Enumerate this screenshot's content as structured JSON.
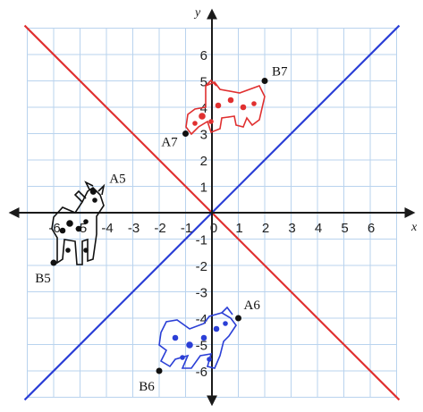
{
  "diagram": {
    "axes": {
      "x_label": "x",
      "y_label": "y",
      "range": [
        -7,
        7
      ]
    },
    "x_ticks": [
      "-6",
      "-5",
      "-4",
      "-3",
      "-2",
      "-1",
      "0",
      "1",
      "2",
      "3",
      "4",
      "5",
      "6"
    ],
    "y_ticks": [
      "6",
      "5",
      "4",
      "3",
      "2",
      "1",
      "-1",
      "-2",
      "-3",
      "-4",
      "-5",
      "-6"
    ],
    "lines": [
      {
        "name": "y = x",
        "color": "#2b3fd6",
        "slope": 1
      },
      {
        "name": "y = -x",
        "color": "#e03030",
        "slope": -1
      }
    ],
    "points": [
      {
        "label": "A5",
        "x": -4.5,
        "y": 0.8
      },
      {
        "label": "B5",
        "x": -6,
        "y": -1.9
      },
      {
        "label": "A7",
        "x": -1,
        "y": 3
      },
      {
        "label": "B7",
        "x": 2,
        "y": 5
      },
      {
        "label": "A6",
        "x": 1,
        "y": -4
      },
      {
        "label": "B6",
        "x": -2,
        "y": -6
      }
    ],
    "figures": [
      {
        "name": "figure-5",
        "color": "#111111",
        "icon": "animal-icon"
      },
      {
        "name": "figure-7",
        "color": "#e03030",
        "icon": "animal-icon"
      },
      {
        "name": "figure-6",
        "color": "#2b3fd6",
        "icon": "animal-icon"
      }
    ]
  }
}
